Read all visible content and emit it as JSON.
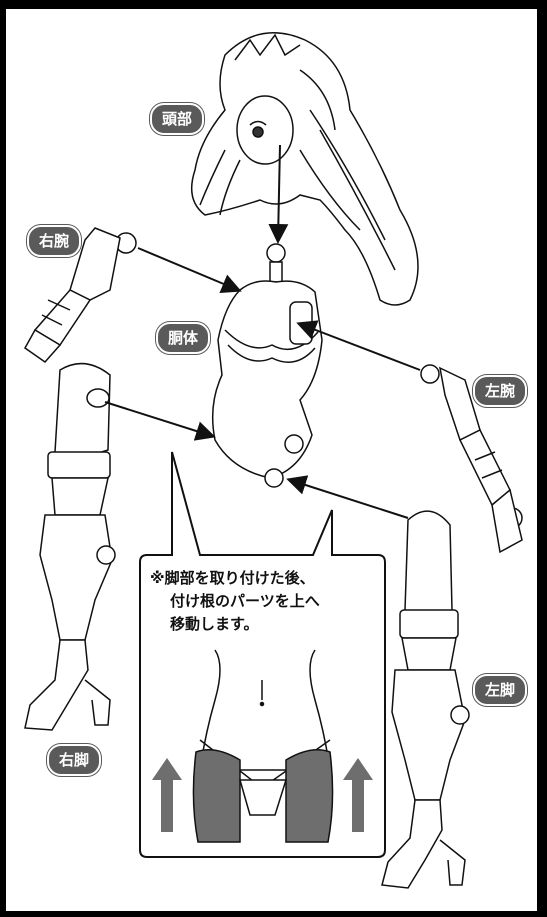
{
  "labels": {
    "head": "頭部",
    "right_arm": "右腕",
    "torso": "胴体",
    "left_arm": "左腕",
    "right_leg": "右脚",
    "left_leg": "左脚"
  },
  "note": {
    "line1": "※脚部を取り付けた後、",
    "line2": "付け根のパーツを上へ",
    "line3": "移動します。"
  },
  "colors": {
    "frame": "#000000",
    "label_bg": "#5a5a5a",
    "leg_shade": "#6e6e6e",
    "arrow": "#111111"
  },
  "icons": [
    "up-arrow-icon"
  ]
}
